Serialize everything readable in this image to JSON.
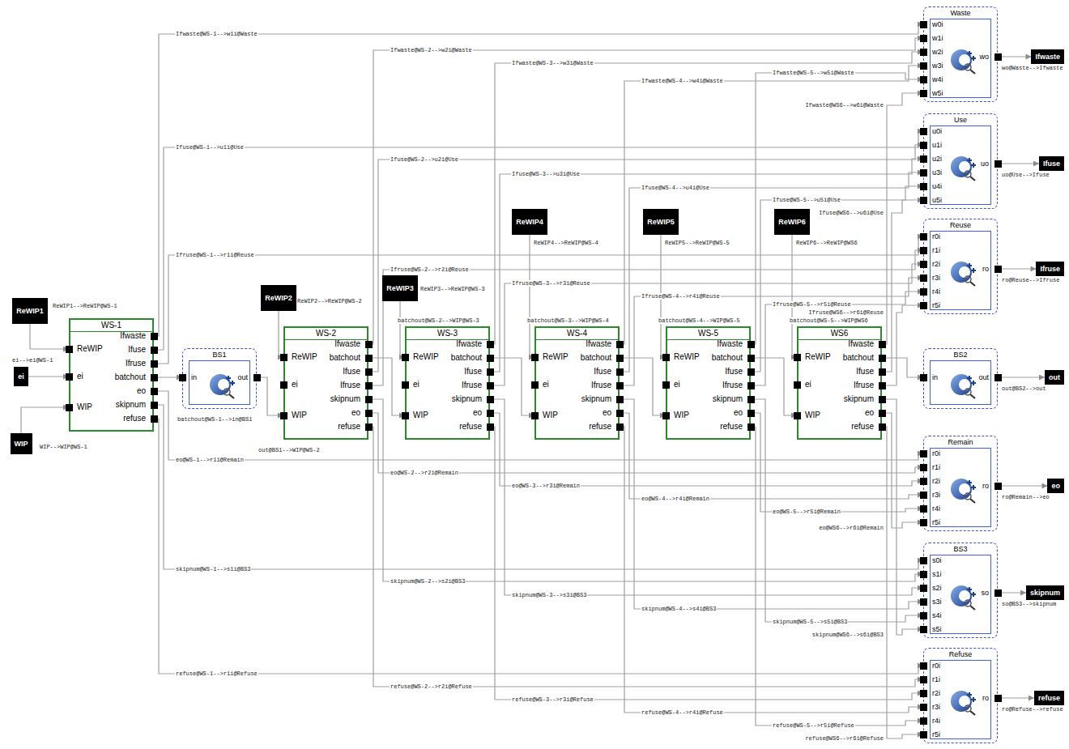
{
  "diagram": {
    "nodes": [
      {
        "text": [
          "ReWIP1"
        ]
      },
      {
        "text": [
          "ei"
        ]
      },
      {
        "text": [
          "WIP"
        ]
      },
      {
        "text": [
          "WS-1",
          "ReWIP",
          "ei",
          "WIP",
          "Ifwaste",
          "Ifuse",
          "Ifruse",
          "batchout",
          "eo",
          "skipnum",
          "refuse"
        ]
      },
      {
        "text": [
          "BS1",
          "in",
          "out"
        ]
      },
      {
        "text": [
          "ReWIP2"
        ]
      },
      {
        "text": [
          "WS-2",
          "ReWIP",
          "ei",
          "WIP",
          "Ifwaste",
          "batchout",
          "Ifuse",
          "Ifruse",
          "skipnum",
          "eo",
          "refuse"
        ]
      },
      {
        "text": [
          "ReWIP3"
        ]
      },
      {
        "text": [
          "WS-3",
          "ReWIP",
          "ei",
          "WIP",
          "Ifwaste",
          "batchout",
          "Ifuse",
          "Ifruse",
          "skipnum",
          "eo",
          "refuse"
        ]
      },
      {
        "text": [
          "ReWIP4"
        ]
      },
      {
        "text": [
          "WS-4",
          "ReWIP",
          "ei",
          "WIP",
          "Ifwaste",
          "batchout",
          "Ifuse",
          "Ifruse",
          "skipnum",
          "eo",
          "refuse"
        ]
      },
      {
        "text": [
          "ReWIP5"
        ]
      },
      {
        "text": [
          "WS-5",
          "ReWIP",
          "ei",
          "WIP",
          "Ifwaste",
          "batchout",
          "Ifuse",
          "Ifruse",
          "skipnum",
          "eo",
          "refuse"
        ]
      },
      {
        "text": [
          "ReWIP6"
        ]
      },
      {
        "text": [
          "WS6",
          "ReWIP",
          "ei",
          "WIP",
          "Ifwaste",
          "batchout",
          "Ifuse",
          "Ifruse",
          "skipnum",
          "eo",
          "refuse"
        ]
      },
      {
        "text": [
          "Waste",
          "w0i",
          "w1i",
          "w2i",
          "w3i",
          "w4i",
          "w5i",
          "wo"
        ]
      },
      {
        "text": [
          "Use",
          "u0i",
          "u1i",
          "u2i",
          "u3i",
          "u4i",
          "u5i",
          "uo"
        ]
      },
      {
        "text": [
          "Reuse",
          "r0i",
          "r1i",
          "r2i",
          "r3i",
          "r4i",
          "r5i",
          "ro"
        ]
      },
      {
        "text": [
          "BS2",
          "in",
          "out"
        ]
      },
      {
        "text": [
          "Remain",
          "r0i",
          "r1i",
          "r2i",
          "r3i",
          "r4i",
          "r5i",
          "ro"
        ]
      },
      {
        "text": [
          "BS3",
          "s0i",
          "s1i",
          "s2i",
          "s3i",
          "s4i",
          "s5i",
          "so"
        ]
      },
      {
        "text": [
          "Refuse",
          "r0i",
          "r1i",
          "r2i",
          "r3i",
          "r4i",
          "r5i",
          "ro"
        ]
      },
      {
        "text": [
          "Ifwaste"
        ]
      },
      {
        "text": [
          "Ifuse"
        ]
      },
      {
        "text": [
          "Ifruse"
        ]
      },
      {
        "text": [
          "out"
        ]
      },
      {
        "text": [
          "eo"
        ]
      },
      {
        "text": [
          "skipnum"
        ]
      },
      {
        "text": [
          "refuse"
        ]
      }
    ],
    "edges": [
      {
        "from": 0,
        "to": 3,
        "arrow": "to",
        "label": "ReWIP1-->ReWIP@WS-1"
      },
      {
        "from": 1,
        "to": 3,
        "arrow": "to",
        "label": "ei-->ei@WS-1"
      },
      {
        "from": 2,
        "to": 3,
        "arrow": "to",
        "label": "WIP-->WIP@WS-1"
      },
      {
        "from": 3,
        "to": 15,
        "arrow": "to",
        "label": "Ifwaste@WS-1-->w1i@Waste"
      },
      {
        "from": 3,
        "to": 16,
        "arrow": "to",
        "label": "Ifuse@WS-1-->u1i@Use"
      },
      {
        "from": 3,
        "to": 17,
        "arrow": "to",
        "label": "Ifruse@WS-1-->r1i@Reuse"
      },
      {
        "from": 3,
        "to": 4,
        "arrow": "to",
        "label": "batchout@WS-1-->in@BS1"
      },
      {
        "from": 3,
        "to": 19,
        "arrow": "to",
        "label": "eo@WS-1-->r1i@Remain"
      },
      {
        "from": 3,
        "to": 20,
        "arrow": "to",
        "label": "skipnum@WS-1-->s1i@BS3"
      },
      {
        "from": 3,
        "to": 21,
        "arrow": "to",
        "label": "refuse@WS-1-->r1i@Refuse"
      },
      {
        "from": 4,
        "to": 6,
        "arrow": "to",
        "label": "out@BS1-->WIP@WS-2"
      },
      {
        "from": 5,
        "to": 6,
        "arrow": "to",
        "label": "ReWIP2-->ReWIP@WS-2"
      },
      {
        "from": 6,
        "to": 15,
        "arrow": "to",
        "label": "Ifwaste@WS-2-->w2i@Waste"
      },
      {
        "from": 6,
        "to": 16,
        "arrow": "to",
        "label": "Ifuse@WS-2-->u2i@Use"
      },
      {
        "from": 6,
        "to": 17,
        "arrow": "to",
        "label": "Ifruse@WS-2-->r2i@Reuse"
      },
      {
        "from": 6,
        "to": 8,
        "arrow": "to",
        "label": "batchout@WS-2-->WIP@WS-3"
      },
      {
        "from": 6,
        "to": 19,
        "arrow": "to",
        "label": "eo@WS-2-->r2i@Remain"
      },
      {
        "from": 6,
        "to": 20,
        "arrow": "to",
        "label": "skipnum@WS-2-->s2i@BS3"
      },
      {
        "from": 6,
        "to": 21,
        "arrow": "to",
        "label": "refuse@WS-2-->r2i@Refuse"
      },
      {
        "from": 7,
        "to": 8,
        "arrow": "to",
        "label": "ReWIP3-->ReWIP@WS-3"
      },
      {
        "from": 8,
        "to": 15,
        "arrow": "to",
        "label": "Ifwaste@WS-3-->w3i@Waste"
      },
      {
        "from": 8,
        "to": 16,
        "arrow": "to",
        "label": "Ifuse@WS-3-->u3i@Use"
      },
      {
        "from": 8,
        "to": 17,
        "arrow": "to",
        "label": "Ifruse@WS-3-->r3i@Reuse"
      },
      {
        "from": 8,
        "to": 10,
        "arrow": "to",
        "label": "batchout@WS-3-->WIP@WS-4"
      },
      {
        "from": 8,
        "to": 19,
        "arrow": "to",
        "label": "eo@WS-3-->r3i@Remain"
      },
      {
        "from": 8,
        "to": 20,
        "arrow": "to",
        "label": "skipnum@WS-3-->s3i@BS3"
      },
      {
        "from": 8,
        "to": 21,
        "arrow": "to",
        "label": "refuse@WS-3-->r3i@Refuse"
      },
      {
        "from": 9,
        "to": 10,
        "arrow": "to",
        "label": "ReWIP4-->ReWIP@WS-4"
      },
      {
        "from": 10,
        "to": 15,
        "arrow": "to",
        "label": "Ifwaste@WS-4-->w4i@Waste"
      },
      {
        "from": 10,
        "to": 16,
        "arrow": "to",
        "label": "Ifuse@WS-4-->u4i@Use"
      },
      {
        "from": 10,
        "to": 17,
        "arrow": "to",
        "label": "Ifruse@WS-4-->r4i@Reuse"
      },
      {
        "from": 10,
        "to": 12,
        "arrow": "to",
        "label": "batchout@WS-4-->WIP@WS-5"
      },
      {
        "from": 10,
        "to": 19,
        "arrow": "to",
        "label": "eo@WS-4-->r4i@Remain"
      },
      {
        "from": 10,
        "to": 20,
        "arrow": "to",
        "label": "skipnum@WS-4-->s4i@BS3"
      },
      {
        "from": 10,
        "to": 21,
        "arrow": "to",
        "label": "refuse@WS-4-->r4i@Refuse"
      },
      {
        "from": 11,
        "to": 12,
        "arrow": "to",
        "label": "ReWIP5-->ReWIP@WS-5"
      },
      {
        "from": 12,
        "to": 15,
        "arrow": "to",
        "label": "Ifwaste@WS-5-->w5i@Waste"
      },
      {
        "from": 12,
        "to": 16,
        "arrow": "to",
        "label": "Ifuse@WS-5-->u5i@Use"
      },
      {
        "from": 12,
        "to": 17,
        "arrow": "to",
        "label": "Ifruse@WS-5-->r5i@Reuse"
      },
      {
        "from": 12,
        "to": 14,
        "arrow": "to",
        "label": "batchout@WS-5-->WIP@WS6"
      },
      {
        "from": 12,
        "to": 19,
        "arrow": "to",
        "label": "eo@WS-5-->r5i@Remain"
      },
      {
        "from": 12,
        "to": 20,
        "arrow": "to",
        "label": "skipnum@WS-5-->s5i@BS3"
      },
      {
        "from": 12,
        "to": 21,
        "arrow": "to",
        "label": "refuse@WS-5-->r5i@Refuse"
      },
      {
        "from": 13,
        "to": 14,
        "arrow": "to",
        "label": "ReWIP6-->ReWIP@WS6"
      },
      {
        "from": 14,
        "to": 15,
        "arrow": "to",
        "label": "Ifwaste@WS6-->w6i@Waste"
      },
      {
        "from": 14,
        "to": 16,
        "arrow": "to",
        "label": "Ifuse@WS6-->u6i@Use"
      },
      {
        "from": 14,
        "to": 17,
        "arrow": "to",
        "label": "Ifruse@WS6-->r6i@Reuse"
      },
      {
        "from": 14,
        "to": 18,
        "arrow": "to"
      },
      {
        "from": 14,
        "to": 19,
        "arrow": "to",
        "label": "eo@WS6-->r6i@Remain"
      },
      {
        "from": 14,
        "to": 20,
        "arrow": "to",
        "label": "skipnum@WS6-->s6i@BS3"
      },
      {
        "from": 14,
        "to": 21,
        "arrow": "to",
        "label": "refuse@WS6-->r6i@Refuse"
      },
      {
        "from": 15,
        "to": 22,
        "arrow": "to",
        "label": "wo@Waste-->Ifwaste"
      },
      {
        "from": 16,
        "to": 23,
        "arrow": "to",
        "label": "uo@Use-->Ifuse"
      },
      {
        "from": 17,
        "to": 24,
        "arrow": "to",
        "label": "ro@Reuse-->Ifruse"
      },
      {
        "from": 18,
        "to": 25,
        "arrow": "to",
        "label": "out@BS2-->out"
      },
      {
        "from": 19,
        "to": 26,
        "arrow": "to",
        "label": "ro@Remain-->eo"
      },
      {
        "from": 20,
        "to": 27,
        "arrow": "to",
        "label": "so@BS3-->skipnum"
      },
      {
        "from": 21,
        "to": 28,
        "arrow": "to",
        "label": "ro@Refuse-->refuse"
      }
    ]
  }
}
